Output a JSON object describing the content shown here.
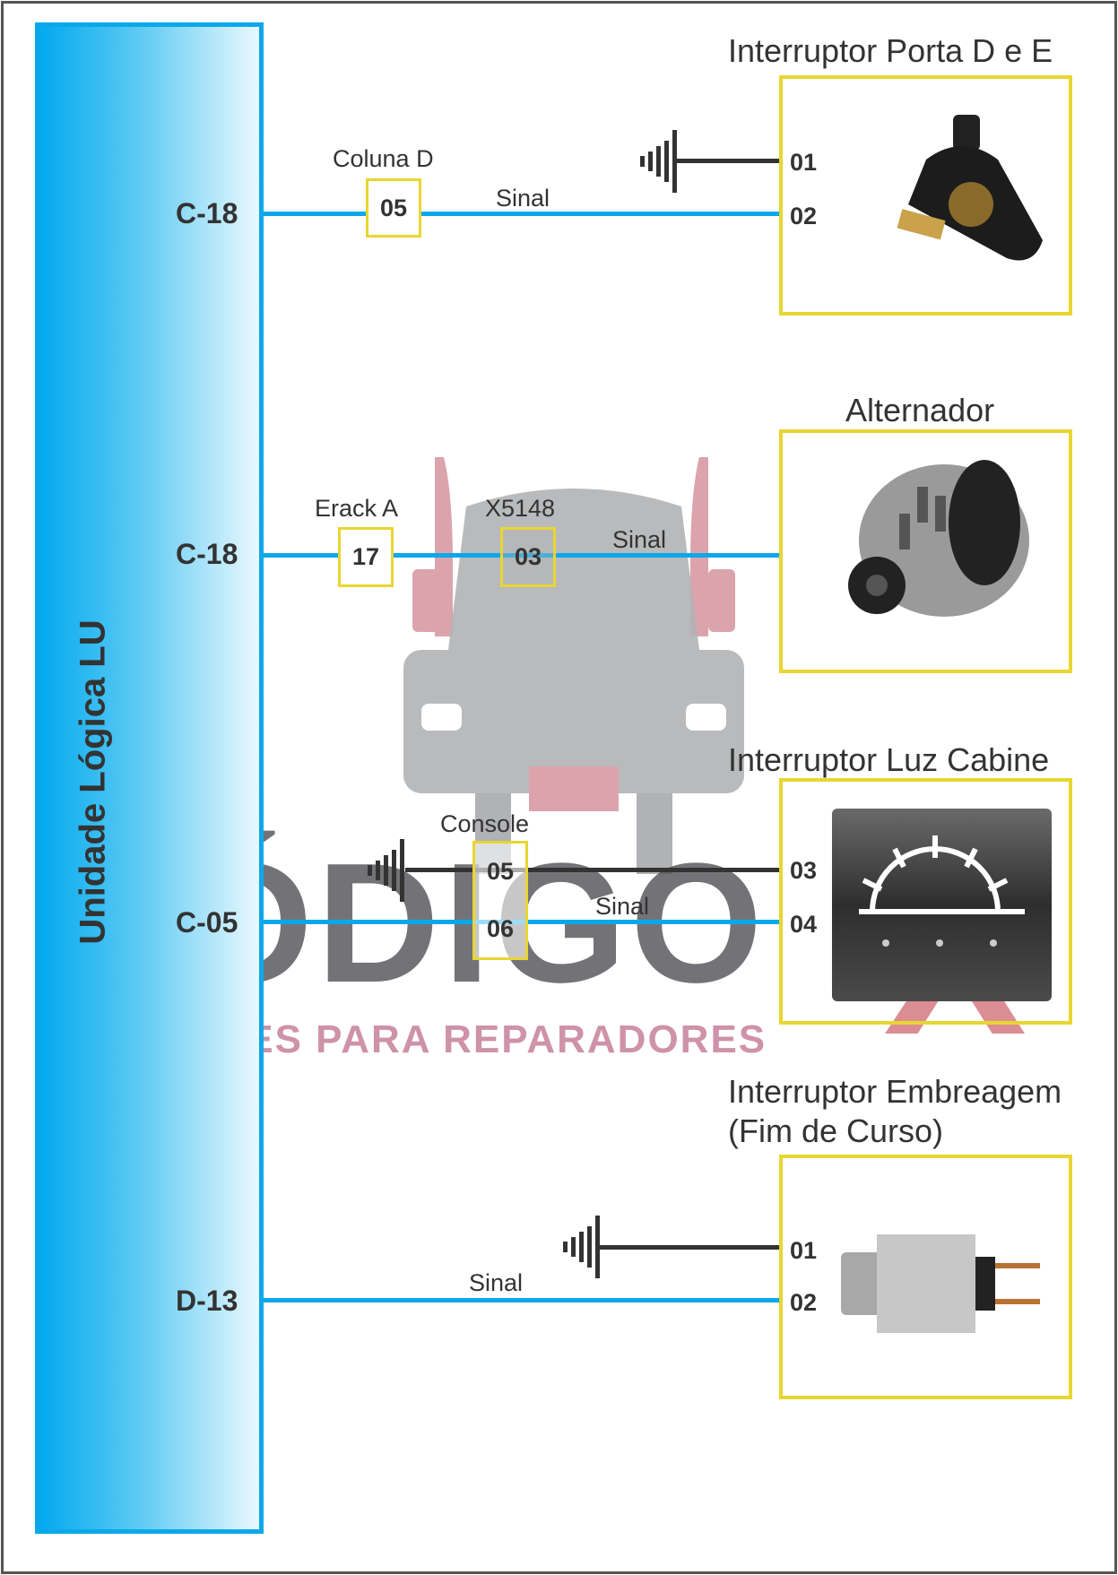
{
  "unit": {
    "label": "Unidade Lógica LU"
  },
  "rows": [
    {
      "pin": "C-18",
      "connectors": [
        {
          "name": "Coluna D",
          "pins": [
            "05"
          ]
        }
      ],
      "wire_label": "Sinal",
      "component": {
        "title": "Interruptor Porta D e E",
        "pins": [
          "01",
          "02"
        ],
        "image": "door-switch"
      }
    },
    {
      "pin": "C-18",
      "connectors": [
        {
          "name": "Erack A",
          "pins": [
            "17"
          ]
        },
        {
          "name": "X5148",
          "pins": [
            "03"
          ]
        }
      ],
      "wire_label": "Sinal",
      "component": {
        "title": "Alternador",
        "image": "alternator"
      }
    },
    {
      "pin": "C-05",
      "connectors": [
        {
          "name": "Console",
          "pins": [
            "05",
            "06"
          ]
        }
      ],
      "wire_label": "Sinal",
      "component": {
        "title": "Interruptor Luz Cabine",
        "pins": [
          "03",
          "04"
        ],
        "image": "cabin-light-switch"
      }
    },
    {
      "pin": "D-13",
      "connectors": [],
      "wire_label": "Sinal",
      "component": {
        "title_lines": [
          "Interruptor Embreagem",
          "(Fim de Curso)"
        ],
        "pins": [
          "01",
          "02"
        ],
        "image": "clutch-switch"
      }
    }
  ],
  "watermark": {
    "brand": "CÓDIGO",
    "brand_x": "X",
    "tagline": "SOLUÇÕES PARA REPARADORES"
  },
  "colors": {
    "signal_wire": "#0aa8ea",
    "ground_wire": "#333333",
    "connector_border": "#e8d630"
  }
}
